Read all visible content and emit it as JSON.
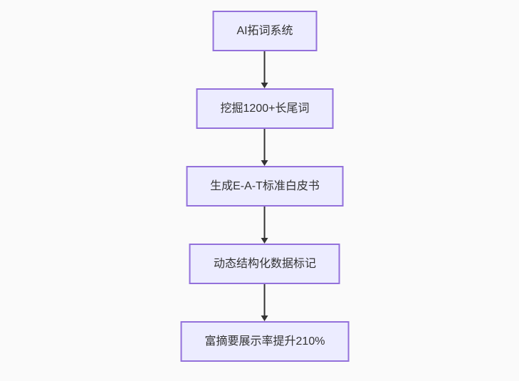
{
  "page": {
    "background_color": "#fafafa"
  },
  "flowchart": {
    "type": "flowchart",
    "direction": "top-down",
    "node_fill_color": "#ececff",
    "node_border_color": "#9370db",
    "arrow_color": "#333333",
    "text_color": "#333333",
    "nodes": [
      {
        "label": "AI拓词系统"
      },
      {
        "label": "挖掘1200+长尾词"
      },
      {
        "label": "生成E-A-T标准白皮书"
      },
      {
        "label": "动态结构化数据标记"
      },
      {
        "label": "富摘要展示率提升210%"
      }
    ],
    "edges": [
      {
        "from": 0,
        "to": 1
      },
      {
        "from": 1,
        "to": 2
      },
      {
        "from": 2,
        "to": 3
      },
      {
        "from": 3,
        "to": 4
      }
    ]
  }
}
